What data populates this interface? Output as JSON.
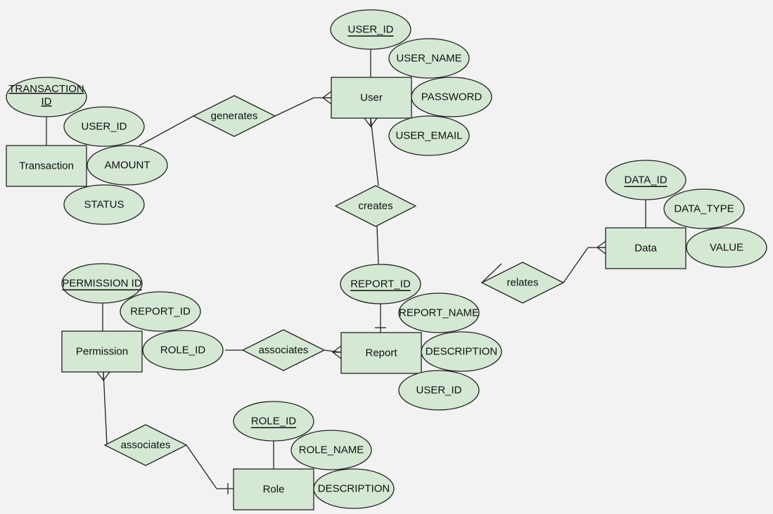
{
  "colors": {
    "fill": "#d5e8d4",
    "stroke": "#222222",
    "background": "#f2f2f2"
  },
  "entities": [
    {
      "key": "user",
      "label": "User"
    },
    {
      "key": "transaction",
      "label": "Transaction"
    },
    {
      "key": "report",
      "label": "Report"
    },
    {
      "key": "data",
      "label": "Data"
    },
    {
      "key": "permission",
      "label": "Permission"
    },
    {
      "key": "role",
      "label": "Role"
    }
  ],
  "attributes": [
    {
      "key": "user_user_id",
      "label": "USER_ID",
      "key_attr": true
    },
    {
      "key": "user_user_name",
      "label": "USER_NAME",
      "key_attr": false
    },
    {
      "key": "user_password",
      "label": "PASSWORD",
      "key_attr": false
    },
    {
      "key": "user_user_email",
      "label": "USER_EMAIL",
      "key_attr": false
    },
    {
      "key": "tx_transaction_id",
      "label": "TRANSACTION ID",
      "key_attr": true
    },
    {
      "key": "tx_user_id",
      "label": "USER_ID",
      "key_attr": false
    },
    {
      "key": "tx_amount",
      "label": "AMOUNT",
      "key_attr": false
    },
    {
      "key": "tx_status",
      "label": "STATUS",
      "key_attr": false
    },
    {
      "key": "rep_report_id",
      "label": "REPORT_ID",
      "key_attr": true
    },
    {
      "key": "rep_report_name",
      "label": "REPORT_NAME",
      "key_attr": false
    },
    {
      "key": "rep_description",
      "label": "DESCRIPTION",
      "key_attr": false
    },
    {
      "key": "rep_user_id",
      "label": "USER_ID",
      "key_attr": false
    },
    {
      "key": "data_data_id",
      "label": "DATA_ID",
      "key_attr": true
    },
    {
      "key": "data_data_type",
      "label": "DATA_TYPE",
      "key_attr": false
    },
    {
      "key": "data_value",
      "label": "VALUE",
      "key_attr": false
    },
    {
      "key": "perm_permission_id",
      "label": "PERMISSION ID",
      "key_attr": true
    },
    {
      "key": "perm_report_id",
      "label": "REPORT_ID",
      "key_attr": false
    },
    {
      "key": "perm_role_id",
      "label": "ROLE_ID",
      "key_attr": false
    },
    {
      "key": "role_role_id",
      "label": "ROLE_ID",
      "key_attr": true
    },
    {
      "key": "role_role_name",
      "label": "ROLE_NAME",
      "key_attr": false
    },
    {
      "key": "role_description",
      "label": "DESCRIPTION",
      "key_attr": false
    }
  ],
  "relationships": [
    {
      "key": "generates",
      "label": "generates"
    },
    {
      "key": "creates",
      "label": "creates"
    },
    {
      "key": "relates",
      "label": "relates"
    },
    {
      "key": "associates_report",
      "label": "associates"
    },
    {
      "key": "associates_role",
      "label": "associates"
    }
  ]
}
